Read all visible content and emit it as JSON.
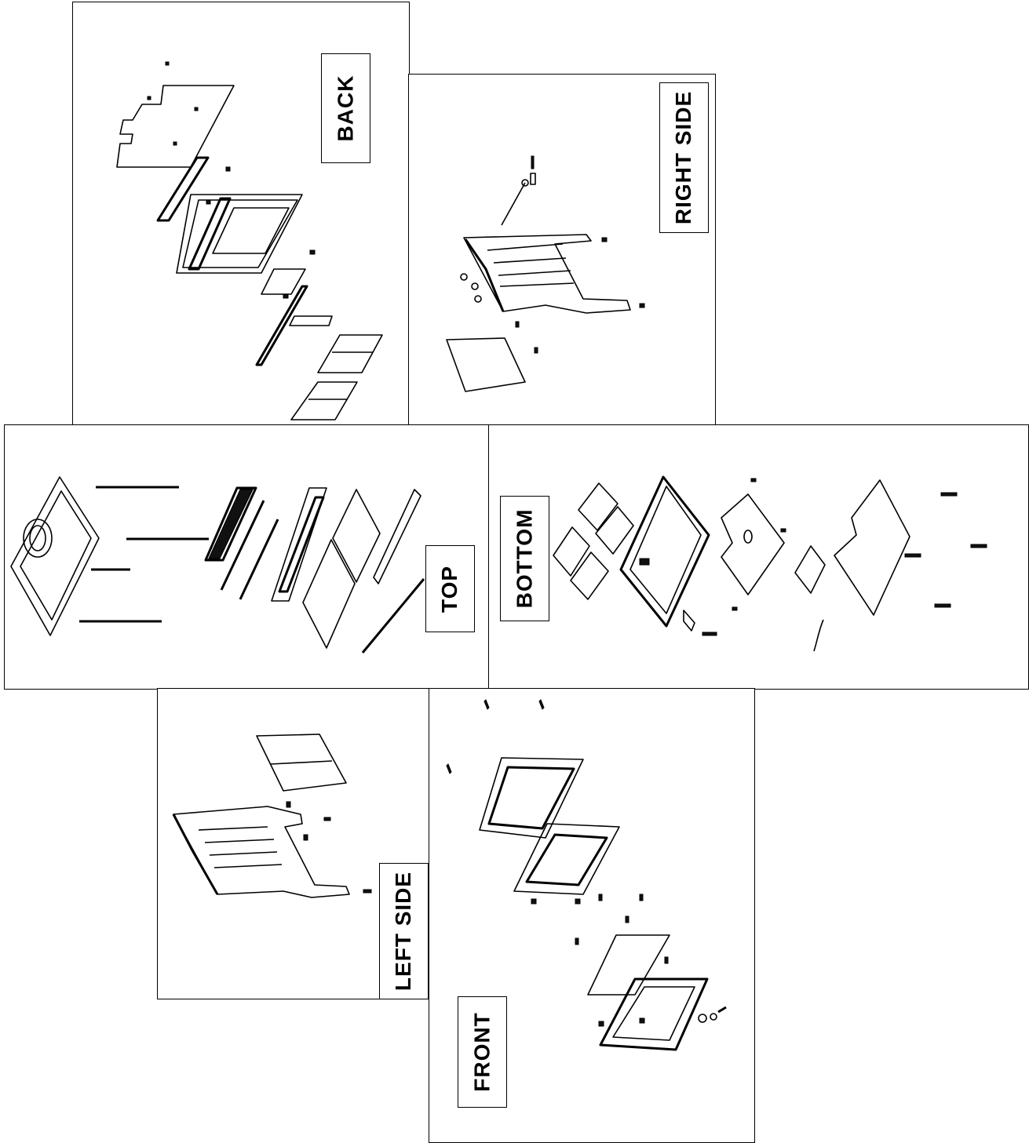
{
  "views": {
    "back": "BACK",
    "right_side": "RIGHT SIDE",
    "top": "TOP",
    "bottom": "BOTTOM",
    "left_side": "LEFT SIDE",
    "front": "FRONT"
  }
}
